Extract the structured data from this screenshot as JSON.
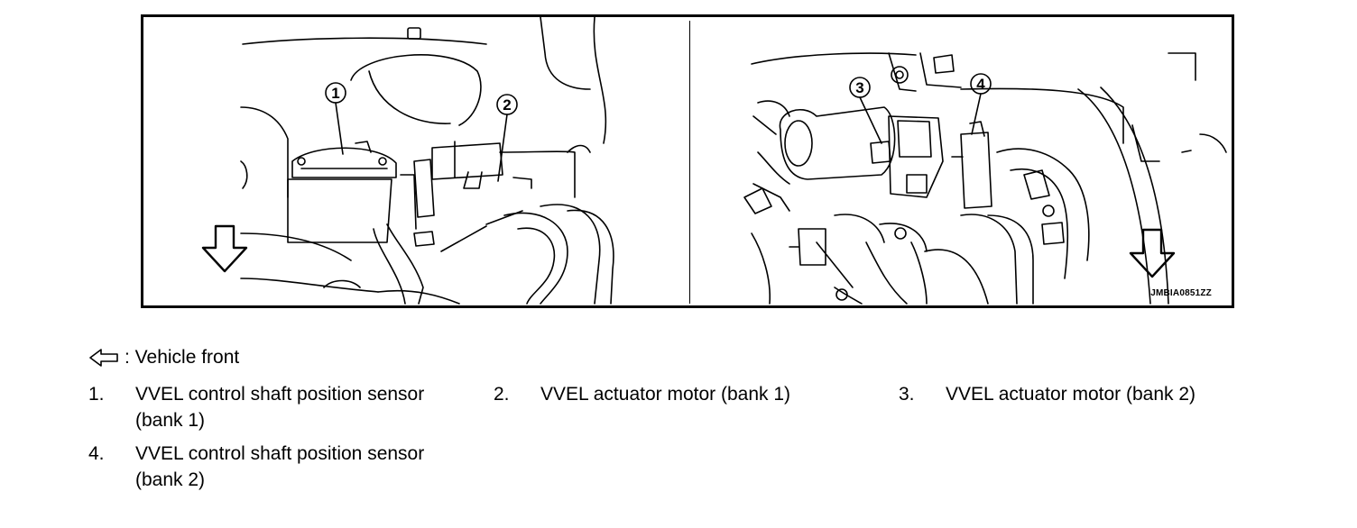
{
  "figure": {
    "id": "JMBIA0851ZZ",
    "callouts": [
      "1",
      "2",
      "3",
      "4"
    ]
  },
  "legend": {
    "front_label": ": Vehicle front",
    "items": [
      {
        "num": "1.",
        "text": "VVEL control shaft position sensor (bank 1)"
      },
      {
        "num": "2.",
        "text": "VVEL actuator motor (bank 1)"
      },
      {
        "num": "3.",
        "text": "VVEL actuator motor (bank 2)"
      },
      {
        "num": "4.",
        "text": "VVEL control shaft position sensor (bank 2)"
      }
    ]
  },
  "colors": {
    "line": "#000000",
    "background": "#ffffff"
  },
  "icons": [
    "front-arrow-icon"
  ]
}
